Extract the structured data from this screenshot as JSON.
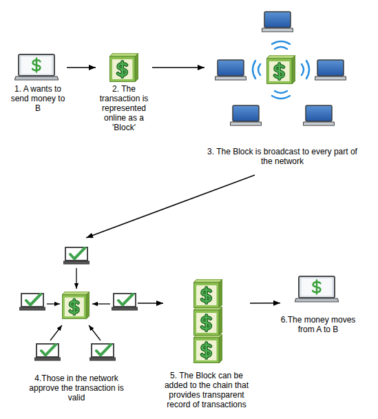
{
  "diagram": {
    "nodes": [
      {
        "text": [
          "1. A wants to send money to B"
        ]
      },
      {
        "text": [
          "2. The transaction is represented online as a 'Block'"
        ]
      },
      {
        "text": [
          "3. The Block is broadcast to every part of the network"
        ]
      },
      {
        "text": [
          "4.Those in the network approve the transaction is valid"
        ]
      },
      {
        "text": [
          "5. The Block can be added to the chain that provides transparent record of transactions"
        ]
      },
      {
        "text": [
          "6.The money moves from A to B"
        ]
      }
    ],
    "edges": [
      {
        "from": 0,
        "to": 1,
        "arrow": "to"
      },
      {
        "from": 1,
        "to": 2,
        "arrow": "to"
      },
      {
        "from": 2,
        "to": 3,
        "arrow": "to"
      },
      {
        "from": 3,
        "to": 4,
        "arrow": "to"
      },
      {
        "from": 4,
        "to": 5,
        "arrow": "to"
      }
    ]
  }
}
